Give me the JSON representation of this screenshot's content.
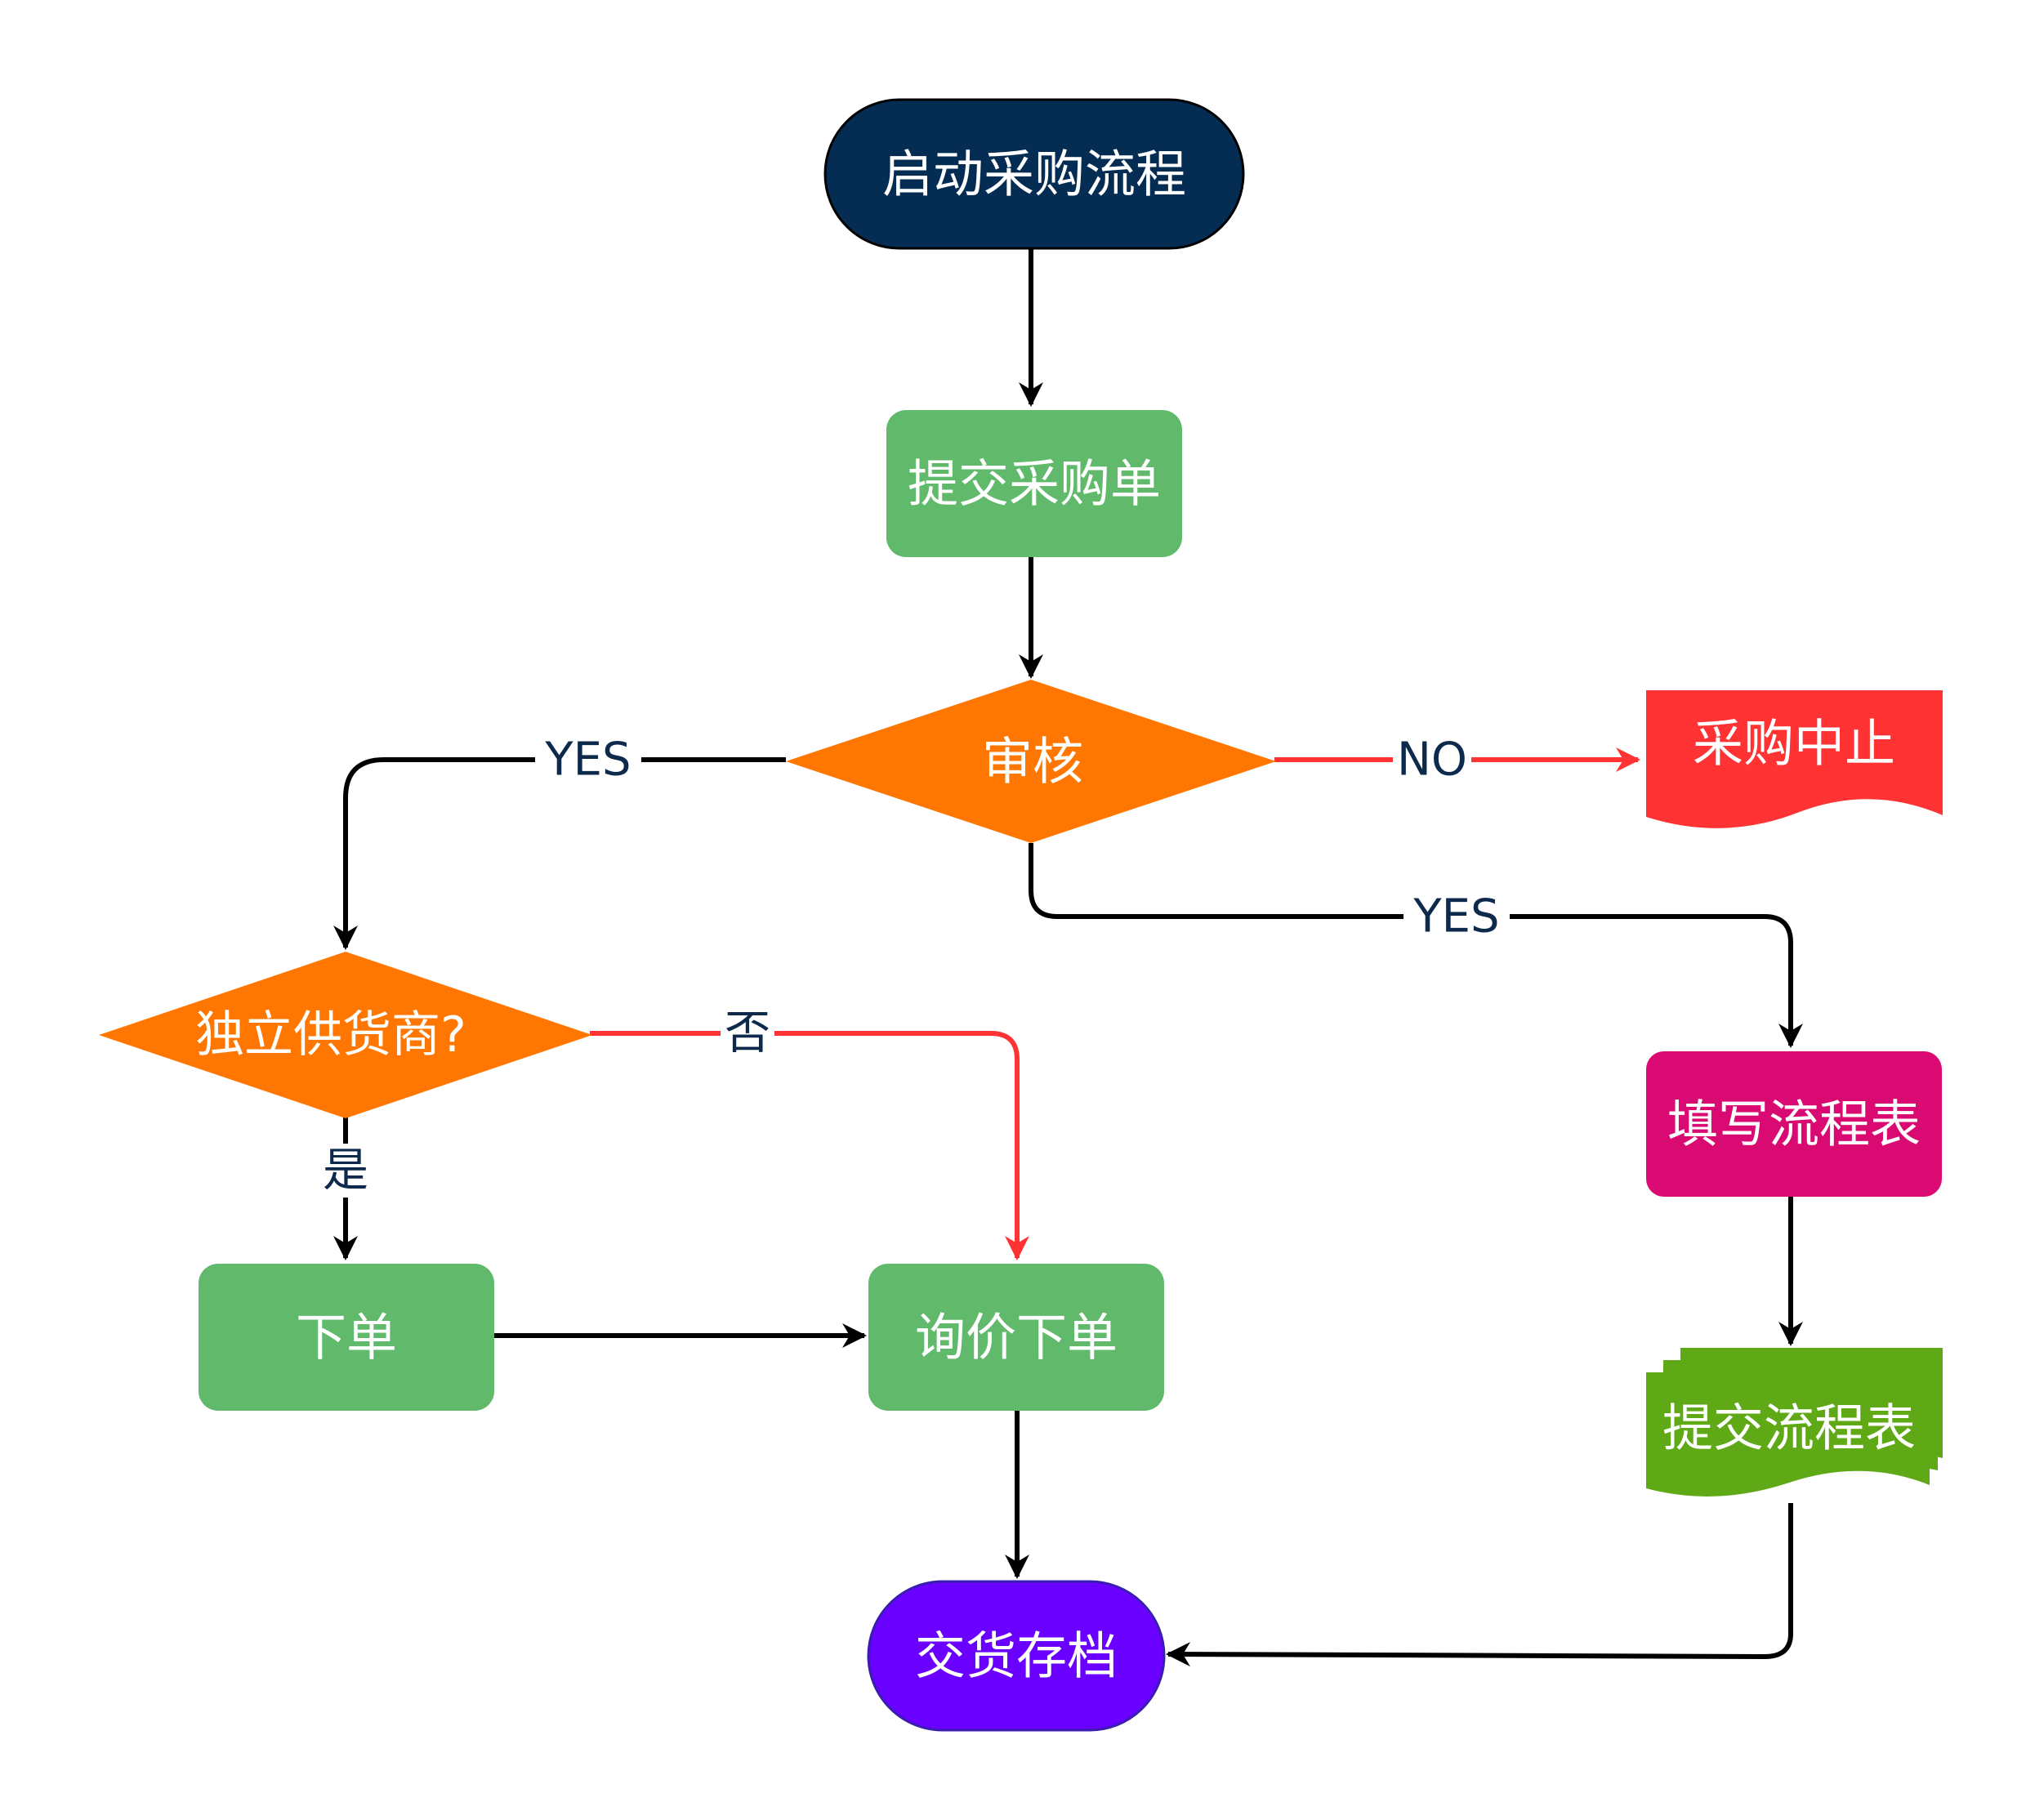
{
  "nodes": {
    "start": {
      "label": "启动采购流程",
      "color": "#052c52"
    },
    "submit_order": {
      "label": "提交采购单",
      "color": "#61b96c"
    },
    "review": {
      "label": "审核",
      "color": "#ff7700"
    },
    "abort": {
      "label": "采购中止",
      "color": "#ff3333"
    },
    "independent_supplier": {
      "label": "独立供货商?",
      "color": "#ff7700"
    },
    "fill_form": {
      "label": "填写流程表",
      "color": "#d90a71"
    },
    "place_order": {
      "label": "下单",
      "color": "#61b96c"
    },
    "inquiry_order": {
      "label": "询价下单",
      "color": "#61b96c"
    },
    "submit_form": {
      "label": "提交流程表",
      "color": "#5fa816"
    },
    "archive": {
      "label": "交货存档",
      "color": "#6a00ff"
    }
  },
  "edges": {
    "review_yes_left": "YES",
    "review_no": "NO",
    "review_yes_right": "YES",
    "supplier_no": "否",
    "supplier_yes": "是"
  },
  "colors": {
    "edge_default": "#000000",
    "edge_negative": "#ff3333"
  }
}
